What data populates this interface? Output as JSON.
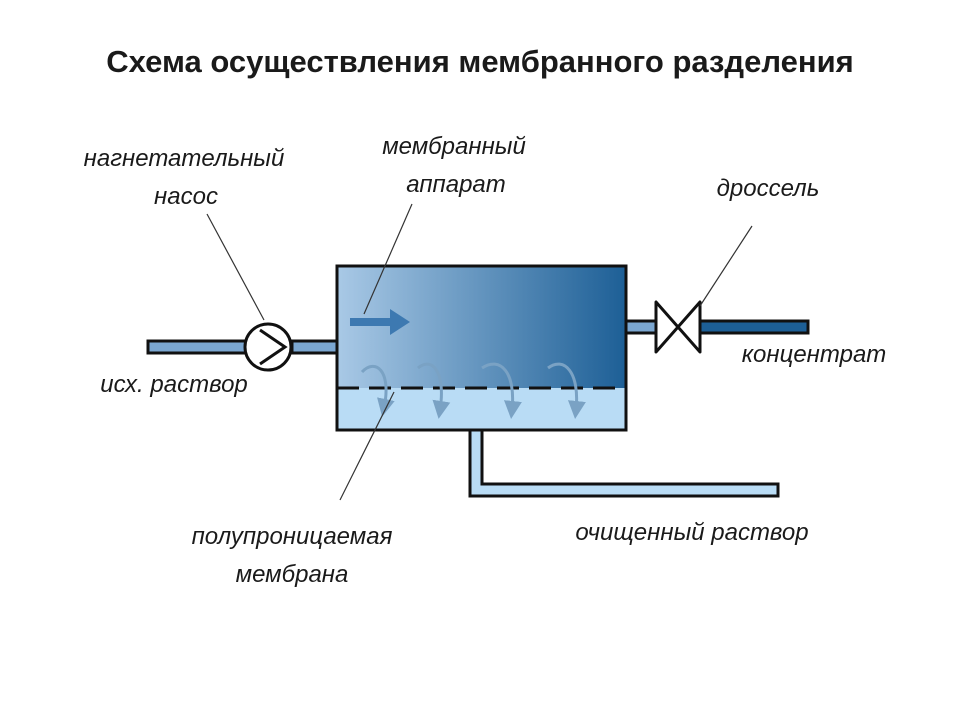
{
  "title": "Схема осуществления мембранного разделения",
  "labels": {
    "pump_line1": "нагнетательный",
    "pump_line2": "насос",
    "apparatus_line1": "мембранный",
    "apparatus_line2": "аппарат",
    "throttle": "дроссель",
    "concentrate": "концентрат",
    "feed": "исх. раствор",
    "membrane_line1": "полупроницаемая",
    "membrane_line2": "мембрана",
    "permeate": "очищенный раствор"
  },
  "colors": {
    "pipe_fill": "#7ba7d1",
    "tank_dark": "#1d5f96",
    "tank_light": "#a9c9e6",
    "permeate_fill": "#b9dcf5",
    "outline": "#111111"
  }
}
